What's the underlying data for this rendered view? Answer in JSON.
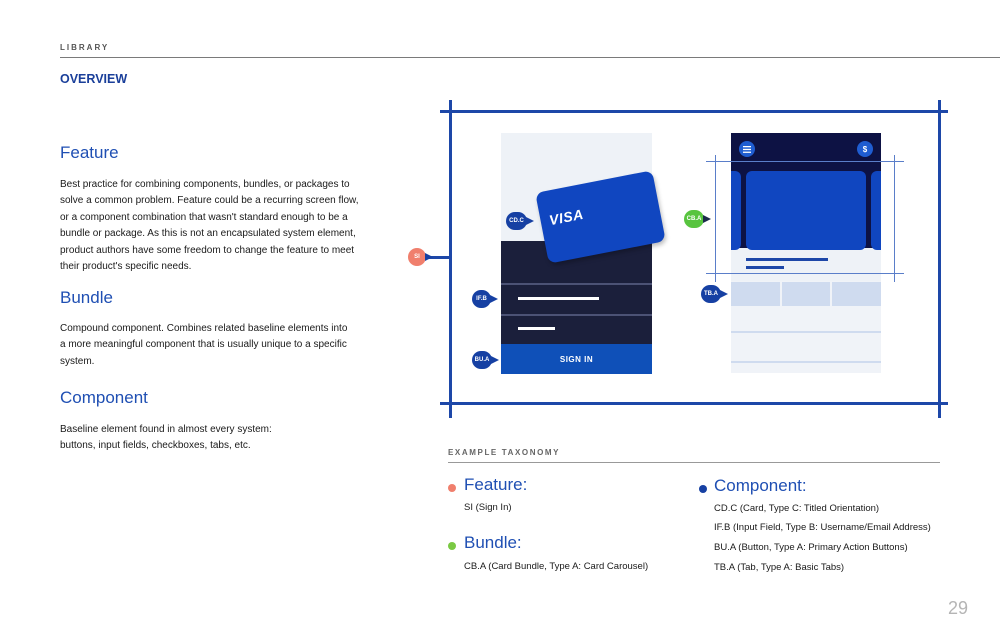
{
  "header": {
    "library_label": "LIBRARY",
    "overview_title": "OVERVIEW"
  },
  "sections": {
    "feature": {
      "title": "Feature",
      "lines": [
        "Best practice for combining components, bundles, or packages to",
        "solve a common problem. Feature could be a recurring screen flow,",
        "or a component combination that wasn't standard enough to be a",
        "bundle or package. As this is not an encapsulated system element,",
        "product authors have some freedom to change the feature to meet",
        "their product's specific needs."
      ]
    },
    "bundle": {
      "title": "Bundle",
      "lines": [
        "Compound component. Combines related baseline elements into",
        "a more meaningful component that is usually unique to a specific",
        "system."
      ]
    },
    "component": {
      "title": "Component",
      "lines": [
        "Baseline element found in almost every system:",
        "buttons, input fields, checkboxes, tabs, etc."
      ]
    }
  },
  "diagram": {
    "visa_text": "VISA",
    "signin_label": "SIGN IN",
    "menu_icon": "menu-icon",
    "dollar_label": "$",
    "tags": {
      "si": "SI",
      "cdc": "CD.C",
      "ifb": "IF.B",
      "bua": "BU.A",
      "cba": "CB.A",
      "tba": "TB.A"
    }
  },
  "taxonomy": {
    "label": "EXAMPLE TAXONOMY",
    "feature": {
      "title": "Feature:",
      "items": [
        "SI (Sign In)"
      ]
    },
    "bundle": {
      "title": "Bundle:",
      "items": [
        "CB.A (Card Bundle, Type A: Card Carousel)"
      ]
    },
    "component": {
      "title": "Component:",
      "items": [
        "CD.C (Card, Type C: Titled Orientation)",
        "IF.B (Input Field, Type B: Username/Email Address)",
        "BU.A (Button, Type A: Primary Action Buttons)",
        "TB.A (Tab, Type A: Basic Tabs)"
      ]
    }
  },
  "colors": {
    "accent_blue": "#1f4fb3",
    "feature_dot": "#f07f6d",
    "bundle_dot": "#7ac943",
    "component_dot": "#1640a3"
  },
  "page_number": "29"
}
